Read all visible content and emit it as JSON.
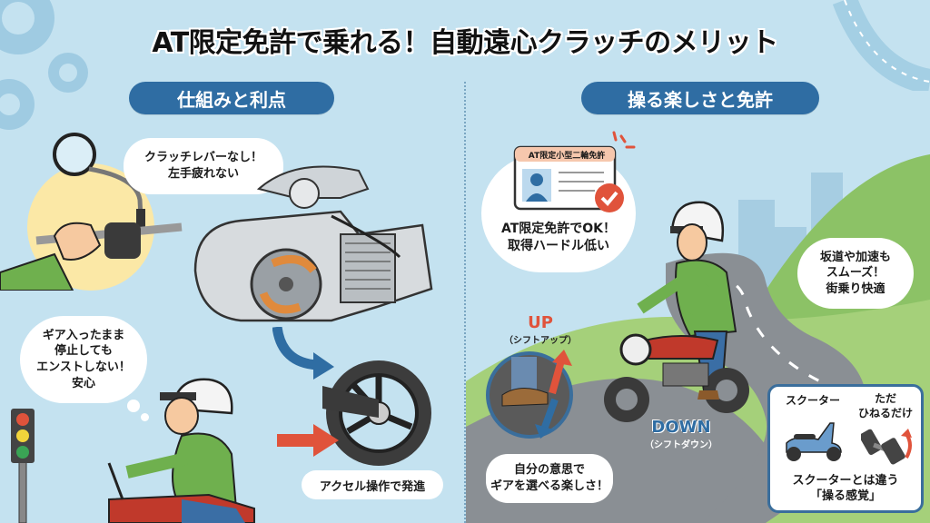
{
  "title": "AT限定免許で乗れる！自動遠心クラッチのメリット",
  "sections": {
    "left": {
      "heading": "仕組みと利点"
    },
    "right": {
      "heading": "操る楽しさと免許"
    }
  },
  "left_panel": {
    "clutch_bubble": {
      "line1": "クラッチレバーなし！",
      "line2": "左手疲れない"
    },
    "stall_bubble": {
      "line1": "ギア入ったまま",
      "line2": "停止しても",
      "line3": "エンストしない！",
      "line4": "安心"
    },
    "accelerate_label": "アクセル操作で発進"
  },
  "right_panel": {
    "license_card": {
      "header": "AT限定小型二輪免許"
    },
    "license_bubble": {
      "line1": "AT限定免許でOK！",
      "line2": "取得ハードル低い"
    },
    "smooth_bubble": {
      "line1": "坂道や加速も",
      "line2": "スムーズ！",
      "line3": "街乗り快適"
    },
    "shift_up": {
      "label": "UP",
      "sub": "（シフトアップ）"
    },
    "shift_down": {
      "label": "DOWN",
      "sub": "（シフトダウン）"
    },
    "gear_bubble": {
      "line1": "自分の意思で",
      "line2": "ギアを選べる楽しさ！"
    },
    "scooter_box": {
      "scooter_label": "スクーター",
      "twist_line1": "ただ",
      "twist_line2": "ひねるだけ",
      "caption_line1": "スクーターとは違う",
      "caption_line2": "「操る感覚」"
    }
  },
  "colors": {
    "background": "#c4e2f0",
    "section_blue": "#2f6da3",
    "accent_red": "#e0533b",
    "accent_orange": "#e08a3c",
    "jacket_green": "#6fb04e",
    "road_gray": "#8a8f94",
    "hill_green": "#8cc266"
  }
}
